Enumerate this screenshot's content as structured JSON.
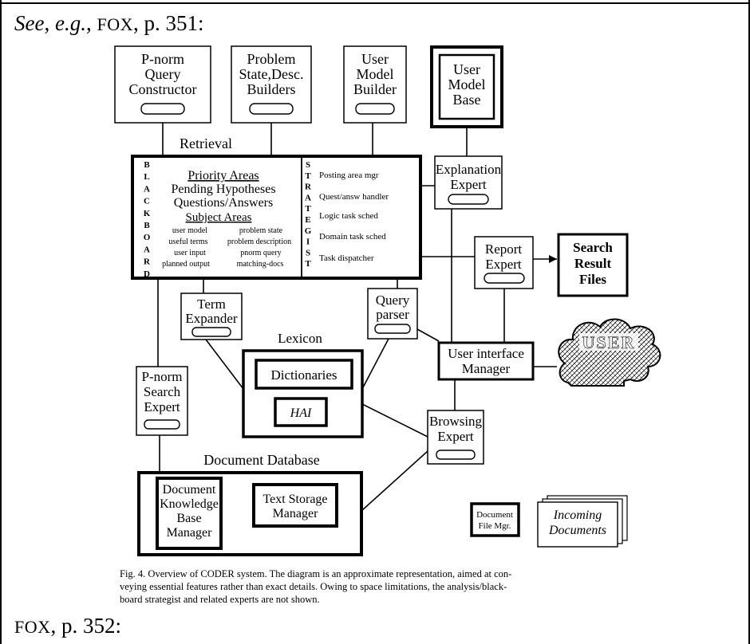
{
  "header": {
    "see": "See",
    "eg": "e.g.",
    "fox": "FOX",
    "page": ", p. 351:"
  },
  "footer": {
    "fox": "FOX",
    "page": ", p. 352:"
  },
  "diagram": {
    "pnorm_qc": [
      "P-norm",
      "Query",
      "Constructor"
    ],
    "problem_state": [
      "Problem",
      "State,Desc.",
      "Builders"
    ],
    "user_model_builder": [
      "User",
      "Model",
      "Builder"
    ],
    "user_model_base": [
      "User",
      "Model",
      "Base"
    ],
    "retrieval": "Retrieval",
    "blackboard": "BLACKBOARD",
    "strategist": "STRATEGIST",
    "priority_areas": "Priority Areas",
    "pending": "Pending Hypotheses",
    "questions": "Questions/Answers",
    "subject_areas": "Subject Areas",
    "subject_left": [
      "user model",
      "useful terms",
      "user input",
      "planned output"
    ],
    "subject_right": [
      "problem state",
      "problem description",
      "pnorm query",
      "matching-docs"
    ],
    "strategist_items": [
      "Posting area mgr",
      "Quest/answ handler",
      "Logic task sched",
      "Domain task sched",
      "Task dispatcher"
    ],
    "explanation": [
      "Explanation",
      "Expert"
    ],
    "report": [
      "Report",
      "Expert"
    ],
    "search_result": [
      "Search",
      "Result",
      "Files"
    ],
    "term_expander": [
      "Term",
      "Expander"
    ],
    "query_parser": [
      "Query",
      "parser"
    ],
    "lexicon": "Lexicon",
    "dictionaries": "Dictionaries",
    "hai": "HAI",
    "user_interface": [
      "User interface",
      "Manager"
    ],
    "user_cloud": "USER",
    "pnorm_search": [
      "P-norm",
      "Search",
      "Expert"
    ],
    "browsing": [
      "Browsing",
      "Expert"
    ],
    "document_database": "Document Database",
    "doc_kb": [
      "Document",
      "Knowledge",
      "Base",
      "Manager"
    ],
    "text_storage": [
      "Text Storage",
      "Manager"
    ],
    "doc_file_mgr": [
      "Document",
      "File Mgr."
    ],
    "incoming": [
      "Incoming",
      "Documents"
    ],
    "caption": [
      "Fig. 4. Overview of CODER system. The diagram is an approximate representation, aimed at con-",
      "veying essential features rather than exact details. Owing to space limitations, the analysis/black-",
      "board strategist and related experts are not shown."
    ]
  }
}
